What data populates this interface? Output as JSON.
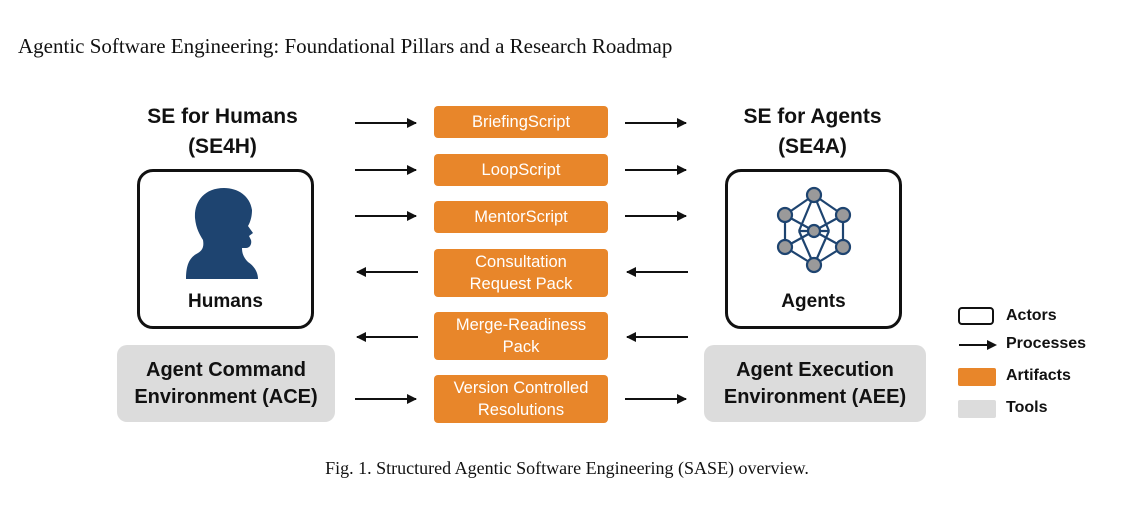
{
  "paper_title": "Agentic Software Engineering: Foundational Pillars and a Research Roadmap",
  "left": {
    "heading_line1": "SE for Humans",
    "heading_line2": "(SE4H)",
    "actor_label": "Humans",
    "actor_icon": "human-head-icon",
    "tool_line1": "Agent Command",
    "tool_line2": "Environment (ACE)"
  },
  "right": {
    "heading_line1": "SE for Agents",
    "heading_line2": "(SE4A)",
    "actor_label": "Agents",
    "actor_icon": "agent-network-icon",
    "tool_line1": "Agent Execution",
    "tool_line2": "Environment (AEE)"
  },
  "artifacts": [
    {
      "line1": "BriefingScript",
      "line2": "",
      "direction": "right"
    },
    {
      "line1": "LoopScript",
      "line2": "",
      "direction": "right"
    },
    {
      "line1": "MentorScript",
      "line2": "",
      "direction": "right"
    },
    {
      "line1": "Consultation",
      "line2": "Request Pack",
      "direction": "left"
    },
    {
      "line1": "Merge-Readiness",
      "line2": "Pack",
      "direction": "left"
    },
    {
      "line1": "Version Controlled",
      "line2": "Resolutions",
      "direction": "right"
    }
  ],
  "legend": {
    "actors": "Actors",
    "processes": "Processes",
    "artifacts": "Artifacts",
    "tools": "Tools"
  },
  "caption": "Fig. 1.  Structured Agentic Software Engineering (SASE) overview.",
  "colors": {
    "artifact": "#e8862a",
    "tool": "#dcdcdc",
    "human_icon": "#1e4470",
    "agent_node": "#9a9a9a",
    "agent_edge": "#1e4470"
  }
}
